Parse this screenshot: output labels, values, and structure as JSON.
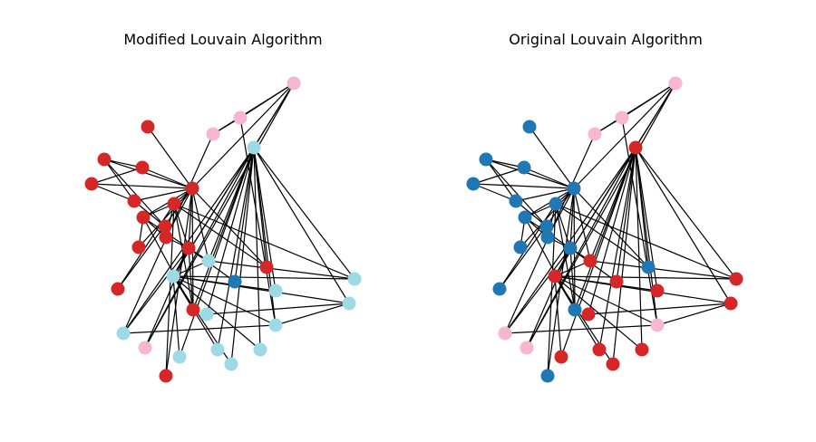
{
  "panels": [
    {
      "title": "Modified Louvain Algorithm",
      "communities": [
        0,
        0,
        0,
        0,
        0,
        0,
        0,
        0,
        1,
        2,
        0,
        0,
        0,
        0,
        1,
        1,
        0,
        0,
        1,
        0,
        1,
        0,
        1,
        1,
        3,
        3,
        1,
        1,
        3,
        1,
        1,
        3,
        1,
        1
      ]
    },
    {
      "title": "Original Louvain Algorithm",
      "communities": [
        0,
        0,
        0,
        0,
        0,
        0,
        0,
        0,
        1,
        1,
        0,
        0,
        0,
        0,
        1,
        1,
        0,
        0,
        1,
        0,
        1,
        0,
        1,
        3,
        3,
        3,
        1,
        3,
        3,
        1,
        1,
        3,
        1,
        1
      ]
    }
  ],
  "colors": {
    "red": "#d62728",
    "light_blue": "#9edae5",
    "dark_blue": "#1f77b4",
    "pink": "#f7b6d2"
  },
  "palettes": [
    [
      "#d62728",
      "#9edae5",
      "#1f77b4",
      "#f7b6d2"
    ],
    [
      "#1f77b4",
      "#d62728",
      "#9edae5",
      "#f7b6d2"
    ]
  ],
  "graph": {
    "edges": [
      [
        0,
        1
      ],
      [
        0,
        2
      ],
      [
        0,
        3
      ],
      [
        0,
        4
      ],
      [
        0,
        5
      ],
      [
        0,
        6
      ],
      [
        0,
        7
      ],
      [
        0,
        8
      ],
      [
        0,
        10
      ],
      [
        0,
        11
      ],
      [
        0,
        12
      ],
      [
        0,
        13
      ],
      [
        0,
        17
      ],
      [
        0,
        19
      ],
      [
        0,
        21
      ],
      [
        0,
        31
      ],
      [
        1,
        2
      ],
      [
        1,
        3
      ],
      [
        1,
        7
      ],
      [
        1,
        13
      ],
      [
        1,
        17
      ],
      [
        1,
        19
      ],
      [
        1,
        21
      ],
      [
        1,
        30
      ],
      [
        2,
        3
      ],
      [
        2,
        7
      ],
      [
        2,
        8
      ],
      [
        2,
        9
      ],
      [
        2,
        13
      ],
      [
        2,
        27
      ],
      [
        2,
        28
      ],
      [
        2,
        32
      ],
      [
        3,
        7
      ],
      [
        3,
        12
      ],
      [
        3,
        13
      ],
      [
        4,
        6
      ],
      [
        4,
        10
      ],
      [
        5,
        6
      ],
      [
        5,
        10
      ],
      [
        5,
        16
      ],
      [
        6,
        16
      ],
      [
        8,
        30
      ],
      [
        8,
        32
      ],
      [
        8,
        33
      ],
      [
        9,
        33
      ],
      [
        13,
        33
      ],
      [
        14,
        32
      ],
      [
        14,
        33
      ],
      [
        15,
        32
      ],
      [
        15,
        33
      ],
      [
        18,
        32
      ],
      [
        18,
        33
      ],
      [
        19,
        33
      ],
      [
        20,
        32
      ],
      [
        20,
        33
      ],
      [
        22,
        32
      ],
      [
        22,
        33
      ],
      [
        23,
        25
      ],
      [
        23,
        27
      ],
      [
        23,
        29
      ],
      [
        23,
        32
      ],
      [
        23,
        33
      ],
      [
        24,
        25
      ],
      [
        24,
        27
      ],
      [
        24,
        31
      ],
      [
        25,
        31
      ],
      [
        26,
        29
      ],
      [
        26,
        33
      ],
      [
        27,
        33
      ],
      [
        28,
        31
      ],
      [
        28,
        33
      ],
      [
        29,
        32
      ],
      [
        29,
        33
      ],
      [
        30,
        32
      ],
      [
        30,
        33
      ],
      [
        31,
        32
      ],
      [
        31,
        33
      ],
      [
        32,
        33
      ]
    ]
  }
}
